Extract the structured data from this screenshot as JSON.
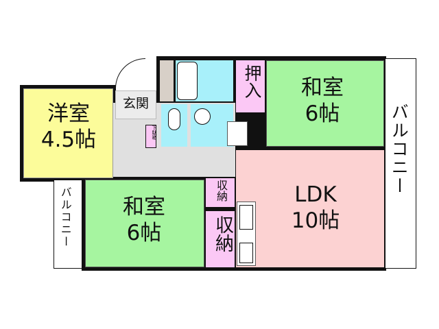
{
  "rooms": {
    "western": {
      "name": "洋室",
      "size": "4.5帖"
    },
    "japanese_bottom": {
      "name": "和室",
      "size": "6帖"
    },
    "japanese_top": {
      "name": "和室",
      "size": "6帖"
    },
    "ldk": {
      "name": "LDK",
      "size": "10帖"
    },
    "oshiire": "押入",
    "storage_small": "収納",
    "storage_large": "収納",
    "entrance": "玄関",
    "shoe_box": "下駄箱",
    "balcony_left": "バルコニー",
    "balcony_right": "バルコニー"
  },
  "colors": {
    "western": "#fcfc9a",
    "japanese": "#a6f5a0",
    "ldk": "#fcd2d2",
    "storage": "#fbc8f5",
    "wet": "#a8f0fa",
    "hall": "#e0e0e0"
  }
}
